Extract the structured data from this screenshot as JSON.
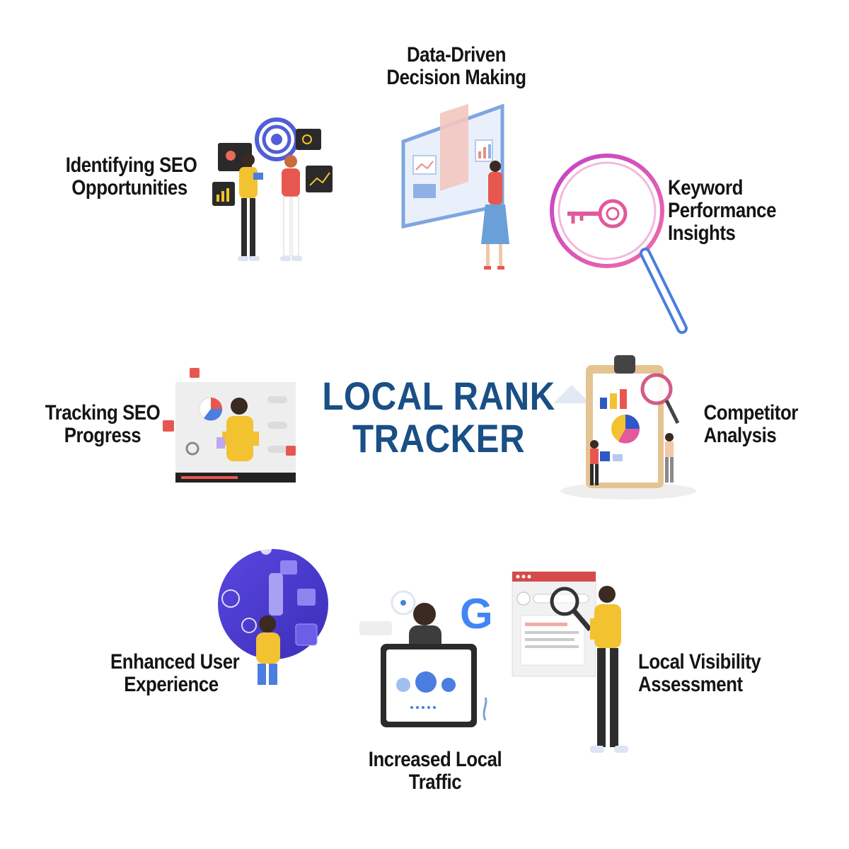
{
  "title": {
    "line1": "LOCAL RANK",
    "line2": "TRACKER"
  },
  "items": [
    {
      "line1": "Data-Driven",
      "line2": "Decision Making",
      "icon": "presentation-board-icon"
    },
    {
      "line1": "Identifying SEO",
      "line2": "Opportunities",
      "icon": "target-team-icon"
    },
    {
      "line1": "Keyword",
      "line2": "Performance",
      "line3": "Insights",
      "icon": "magnifier-key-icon"
    },
    {
      "line1": "Tracking SEO",
      "line2": "Progress",
      "icon": "video-dashboard-icon"
    },
    {
      "line1": "Competitor",
      "line2": "Analysis",
      "icon": "clipboard-analysis-icon"
    },
    {
      "line1": "Enhanced User",
      "line2": "Experience",
      "icon": "ux-circle-icon"
    },
    {
      "line1": "Increased Local",
      "line2": "Traffic",
      "icon": "google-tablet-icon"
    },
    {
      "line1": "Local Visibility",
      "line2": "Assessment",
      "icon": "browser-search-icon"
    }
  ],
  "google_letter": "G",
  "colors": {
    "title": "#1a4f86",
    "text": "#141414",
    "accent_pink": "#e05a9c",
    "accent_blue": "#4a7ee0",
    "accent_yellow": "#f2c230"
  }
}
